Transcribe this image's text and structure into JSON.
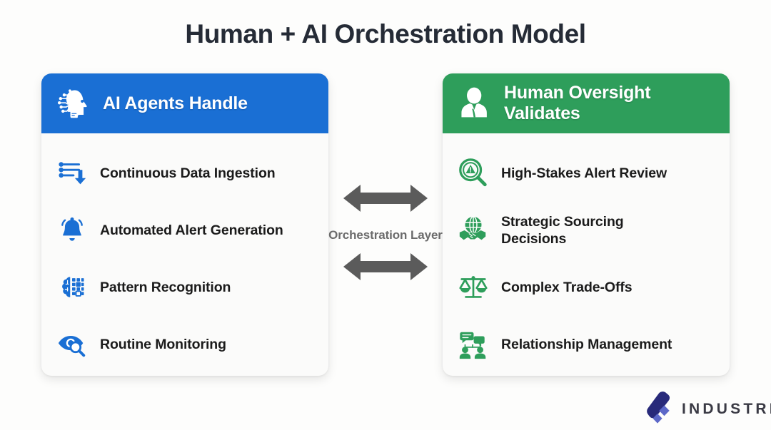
{
  "page": {
    "title": "Human + AI Orchestration Model",
    "background_color": "#fdfdfc",
    "title_color": "#252b36"
  },
  "left_panel": {
    "accent_color": "#1a6fd4",
    "header": {
      "title": "AI Agents Handle",
      "icon": "ai-head-circuit-icon"
    },
    "items": [
      {
        "label": "Continuous Data Ingestion",
        "icon": "data-ingestion-icon"
      },
      {
        "label": "Automated Alert Generation",
        "icon": "bell-icon"
      },
      {
        "label": "Pattern Recognition",
        "icon": "brain-grid-icon"
      },
      {
        "label": "Routine Monitoring",
        "icon": "eye-search-icon"
      }
    ]
  },
  "right_panel": {
    "accent_color": "#2e9e5b",
    "header": {
      "title": "Human Oversight Validates",
      "title_line1": "Human Oversight",
      "title_line2": "Validates",
      "icon": "person-bust-icon"
    },
    "items": [
      {
        "label": "High-Stakes Alert Review",
        "icon": "alert-magnifier-icon"
      },
      {
        "label": "Strategic Sourcing Decisions",
        "icon": "globe-handshake-icon"
      },
      {
        "label": "Complex Trade-Offs",
        "icon": "scales-icon"
      },
      {
        "label": "Relationship Management",
        "icon": "people-chat-icon"
      }
    ]
  },
  "center": {
    "label": "Orchestration Layer",
    "label_line1": "Orchestration",
    "label_line2": "Layer",
    "arrow_color": "#5b5b5b",
    "arrow_top_icon": "double-arrow-horizontal-icon",
    "arrow_bottom_icon": "double-arrow-horizontal-icon"
  },
  "logo": {
    "text": "INDUSTRIES",
    "mark_icon": "industries-logo-mark",
    "mark_dark_color": "#282a7a",
    "mark_light_color": "#5c68c8"
  }
}
